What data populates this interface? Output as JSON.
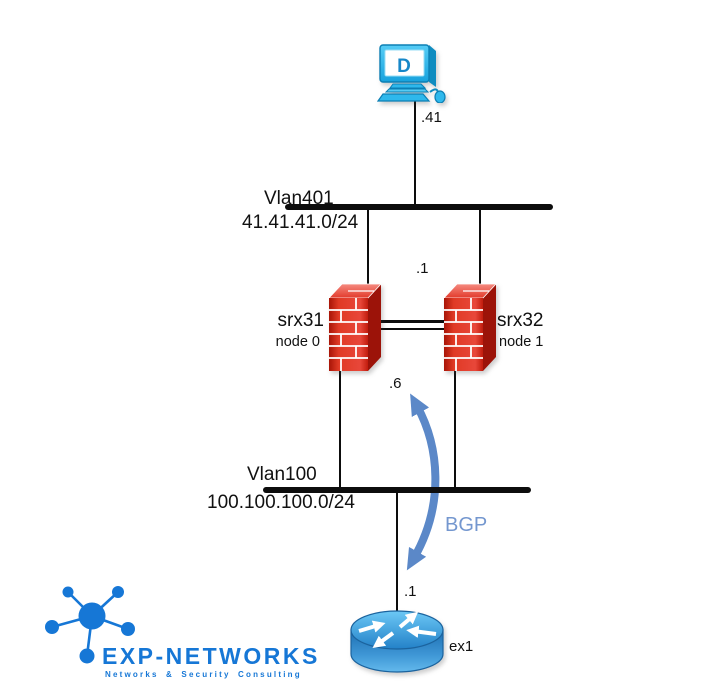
{
  "colors": {
    "line_black": "#0d0d0d",
    "bgp_arrow_blue": "#5b88c8",
    "bgp_text_blue": "#7497cf",
    "logo_blue": "#1677d6",
    "firewall_red": "#d6281a",
    "pc_cyan": "#2eb8ec",
    "router_blue": "#2e8fd0"
  },
  "nodes": {
    "pc": {
      "screen_letter": "D",
      "interface_ip": ".41"
    },
    "firewall_left": {
      "name": "srx31",
      "node": "node 0"
    },
    "firewall_right": {
      "name": "srx32",
      "node": "node 1"
    },
    "router": {
      "name": "ex1",
      "interface_ip": ".1"
    }
  },
  "segments": {
    "vlan401": {
      "name": "Vlan401",
      "subnet": "41.41.41.0/24",
      "firewall_ip": ".1"
    },
    "vlan100": {
      "name": "Vlan100",
      "subnet": "100.100.100.0/24",
      "firewall_ip": ".6"
    }
  },
  "annotations": {
    "bgp": "BGP"
  },
  "logo": {
    "brand": "EXP-NETWORKS",
    "tagline": "Networks & Security Consulting"
  }
}
